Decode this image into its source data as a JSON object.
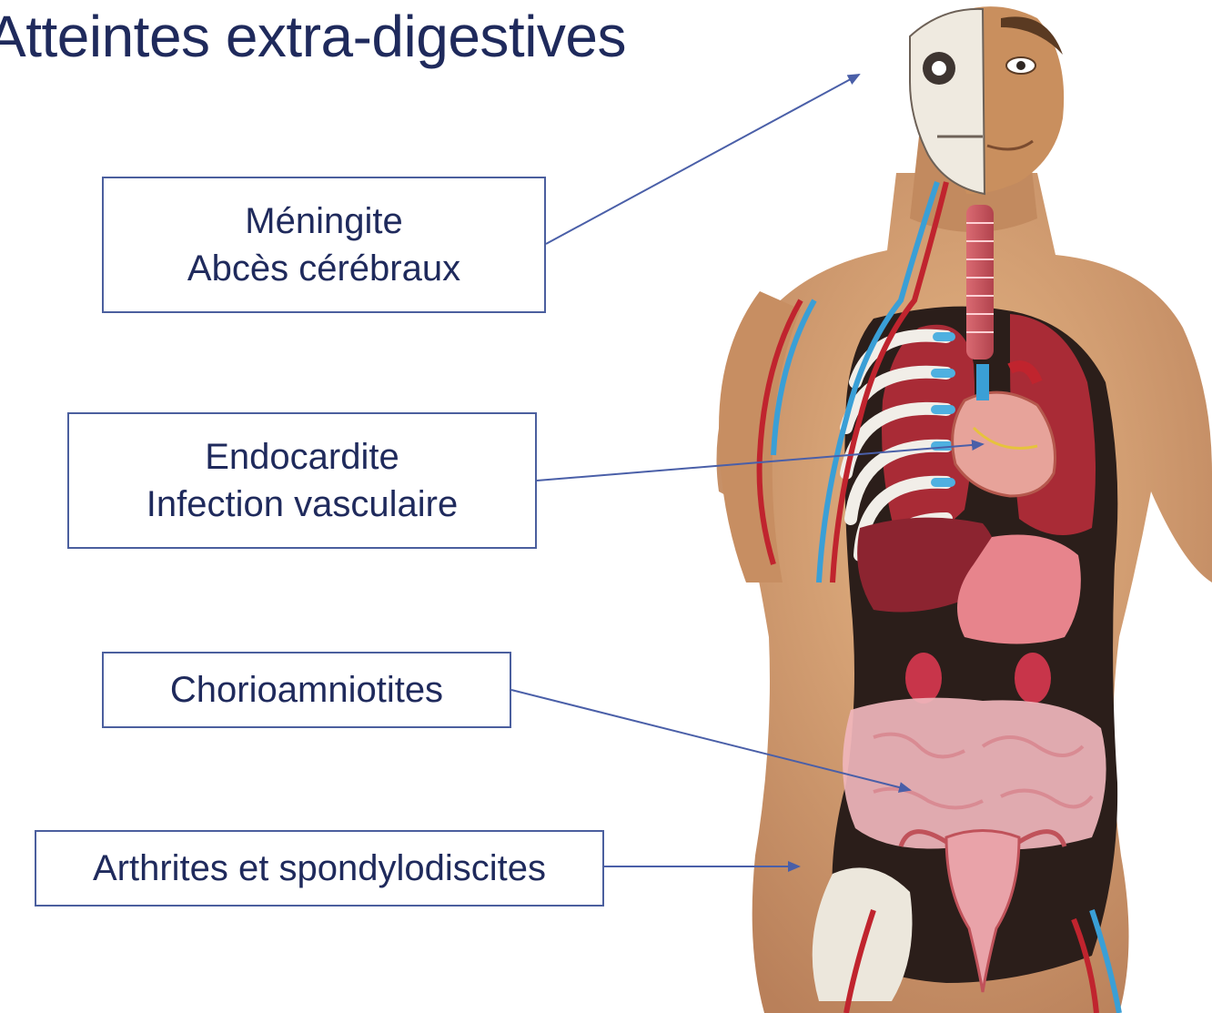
{
  "title": "Atteintes extra-digestives",
  "labels": [
    {
      "lines": [
        "Méningite",
        "Abcès cérébraux"
      ]
    },
    {
      "lines": [
        "Endocardite",
        "Infection vasculaire"
      ]
    },
    {
      "lines": [
        "Chorioamniotites"
      ]
    },
    {
      "lines": [
        "Arthrites et spondylodiscites"
      ]
    }
  ],
  "colors": {
    "title": "#1f2a5c",
    "box_border": "#4b5f9e",
    "arrow": "#4a5fa8",
    "skin": "#d9a474",
    "organ_red": "#b3303a",
    "vessel_blue": "#3a9fd6",
    "body_cavity": "#2b1e1a"
  }
}
